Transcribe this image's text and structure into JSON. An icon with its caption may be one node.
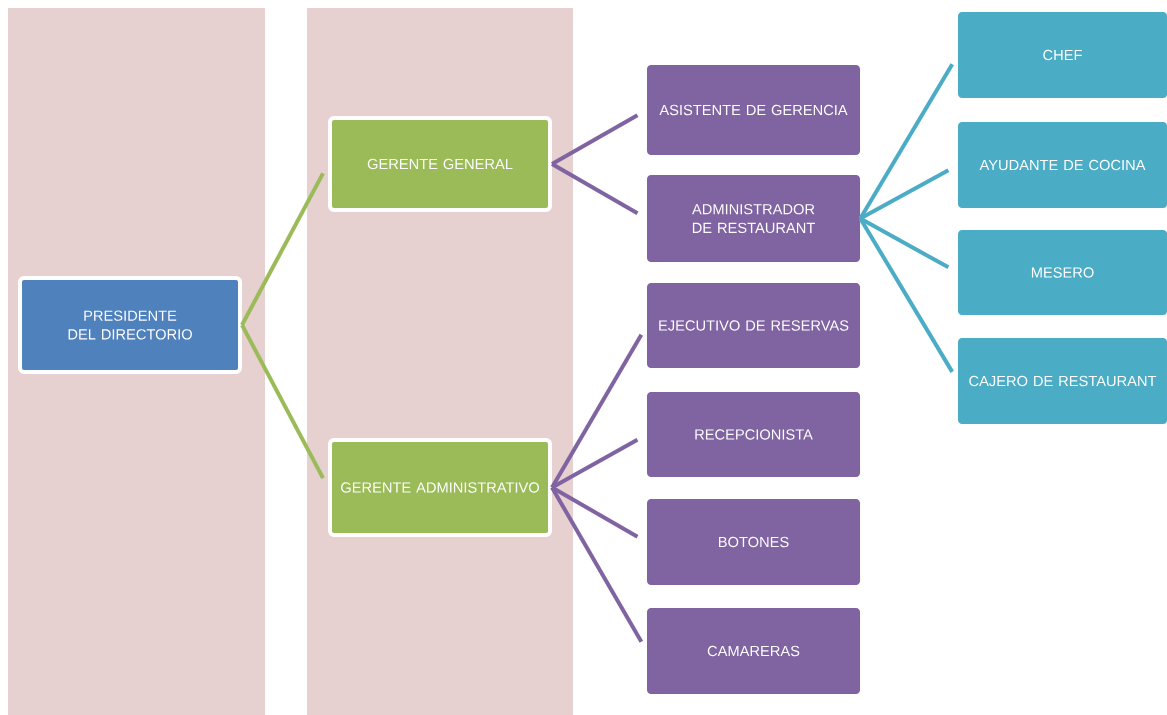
{
  "diagram": {
    "nodes": [
      {
        "text": [
          "PRESIDENTE DEL DIRECTORIO"
        ]
      },
      {
        "text": [
          "GERENTE GENERAL"
        ]
      },
      {
        "text": [
          "ASISTENTE DE GERENCIA"
        ]
      },
      {
        "text": [
          "ADMINISTRADOR DE RESTAURANT"
        ]
      },
      {
        "text": [
          "CHEF"
        ]
      },
      {
        "text": [
          "AYUDANTE DE COCINA"
        ]
      },
      {
        "text": [
          "MESERO"
        ]
      },
      {
        "text": [
          "CAJERO DE RESTAURANT"
        ]
      },
      {
        "text": [
          "GERENTE ADMINISTRATIVO"
        ]
      },
      {
        "text": [
          "EJECUTIVO DE RESERVAS"
        ]
      },
      {
        "text": [
          "RECEPCIONISTA"
        ]
      },
      {
        "text": [
          "BOTONES"
        ]
      },
      {
        "text": [
          "CAMARERAS"
        ]
      }
    ],
    "edges": [
      {
        "from": 0,
        "to": 1,
        "arrow": "none",
        "color": "#9bbb59"
      },
      {
        "from": 0,
        "to": 8,
        "arrow": "none",
        "color": "#9bbb59"
      },
      {
        "from": 1,
        "to": 2,
        "arrow": "none"
      },
      {
        "from": 1,
        "to": 3,
        "arrow": "none"
      },
      {
        "from": 3,
        "to": 4,
        "arrow": "none",
        "color": "#4bacc6"
      },
      {
        "from": 3,
        "to": 5,
        "arrow": "none",
        "color": "#4bacc6"
      },
      {
        "from": 3,
        "to": 6,
        "arrow": "none",
        "color": "#4bacc6"
      },
      {
        "from": 3,
        "to": 7,
        "arrow": "none",
        "color": "#4bacc6"
      },
      {
        "from": 8,
        "to": 9,
        "arrow": "none"
      },
      {
        "from": 8,
        "to": 10,
        "arrow": "none"
      },
      {
        "from": 8,
        "to": 11,
        "arrow": "none"
      },
      {
        "from": 8,
        "to": 12,
        "arrow": "none"
      }
    ]
  }
}
